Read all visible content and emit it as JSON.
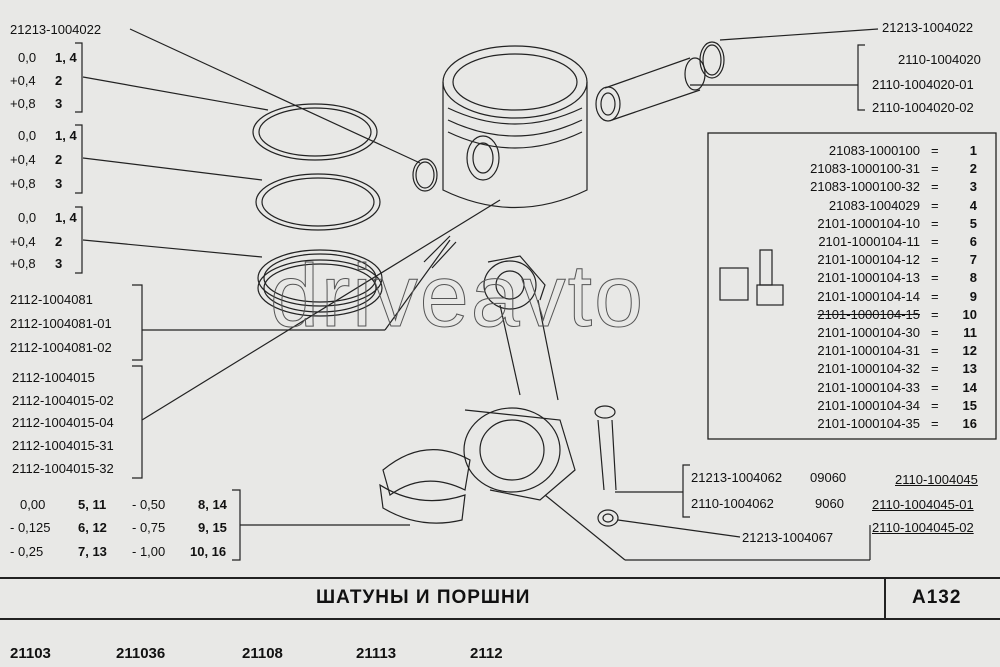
{
  "top_left_ring": "21213-1004022",
  "top_right_ring": "21213-1004022",
  "pin_group": [
    "2110-1004020",
    "2110-1004020-01",
    "2110-1004020-02"
  ],
  "ring_groups": [
    {
      "rows": [
        {
          "size": "0,0",
          "num": "1, 4"
        },
        {
          "size": "+0,4",
          "num": "2"
        },
        {
          "size": "+0,8",
          "num": "3"
        }
      ]
    },
    {
      "rows": [
        {
          "size": "0,0",
          "num": "1, 4"
        },
        {
          "size": "+0,4",
          "num": "2"
        },
        {
          "size": "+0,8",
          "num": "3"
        }
      ]
    },
    {
      "rows": [
        {
          "size": "0,0",
          "num": "1, 4"
        },
        {
          "size": "+0,4",
          "num": "2"
        },
        {
          "size": "+0,8",
          "num": "3"
        }
      ]
    }
  ],
  "ring_set": [
    "2112-1004081",
    "2112-1004081-01",
    "2112-1004081-02"
  ],
  "piston_set": [
    "2112-1004015",
    "2112-1004015-02",
    "2112-1004015-04",
    "2112-1004015-31",
    "2112-1004015-32"
  ],
  "bearings": [
    {
      "a": "0,00",
      "an": "5, 11",
      "b": "- 0,50",
      "bn": "8, 14"
    },
    {
      "a": "- 0,125",
      "an": "6, 12",
      "b": "- 0,75",
      "bn": "9, 15"
    },
    {
      "a": "- 0,25",
      "an": "7, 13",
      "b": "- 1,00",
      "bn": "10, 16"
    }
  ],
  "kit_table": [
    {
      "code": "21083-1000100",
      "eq": "=",
      "n": "1"
    },
    {
      "code": "21083-1000100-31",
      "eq": "=",
      "n": "2"
    },
    {
      "code": "21083-1000100-32",
      "eq": "=",
      "n": "3"
    },
    {
      "code": "21083-1004029",
      "eq": "=",
      "n": "4"
    },
    {
      "code": "2101-1000104-10",
      "eq": "=",
      "n": "5"
    },
    {
      "code": "2101-1000104-11",
      "eq": "=",
      "n": "6"
    },
    {
      "code": "2101-1000104-12",
      "eq": "=",
      "n": "7"
    },
    {
      "code": "2101-1000104-13",
      "eq": "=",
      "n": "8"
    },
    {
      "code": "2101-1000104-14",
      "eq": "=",
      "n": "9"
    },
    {
      "code": "2101-1000104-15",
      "eq": "=",
      "n": "10"
    },
    {
      "code": "2101-1000104-30",
      "eq": "=",
      "n": "11"
    },
    {
      "code": "2101-1000104-31",
      "eq": "=",
      "n": "12"
    },
    {
      "code": "2101-1000104-32",
      "eq": "=",
      "n": "13"
    },
    {
      "code": "2101-1000104-33",
      "eq": "=",
      "n": "14"
    },
    {
      "code": "2101-1000104-34",
      "eq": "=",
      "n": "15"
    },
    {
      "code": "2101-1000104-35",
      "eq": "=",
      "n": "16"
    }
  ],
  "bolt_group": [
    {
      "code": "21213-1004062",
      "ref": "09060"
    },
    {
      "code": "2110-1004062",
      "ref": "9060"
    }
  ],
  "nut": "21213-1004067",
  "rod_group": [
    "2110-1004045",
    "2110-1004045-01",
    "2110-1004045-02"
  ],
  "watermark": "driveavto",
  "title": "ШАТУНЫ И ПОРШНИ",
  "page_code": "А132",
  "models": [
    "21103",
    "211036",
    "21108",
    "21113",
    "2112"
  ]
}
